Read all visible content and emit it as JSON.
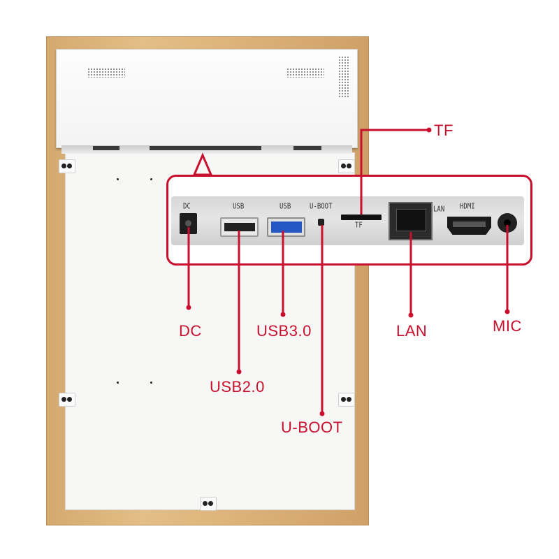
{
  "port_panel_labels": {
    "dc": "DC",
    "usb_a": "USB",
    "usb_b": "USB",
    "uboot": "U-BOOT",
    "tf": "TF",
    "lan": "LAN",
    "hdmi": "HDMI"
  },
  "callouts": {
    "tf": "TF",
    "dc": "DC",
    "usb3": "USB3.0",
    "lan": "LAN",
    "mic": "MIC",
    "usb2": "USB2.0",
    "uboot": "U-BOOT"
  },
  "colors": {
    "callout_red": "#c8102e",
    "usb3_blue": "#2457c4",
    "frame_wood": "#dcb27a"
  }
}
